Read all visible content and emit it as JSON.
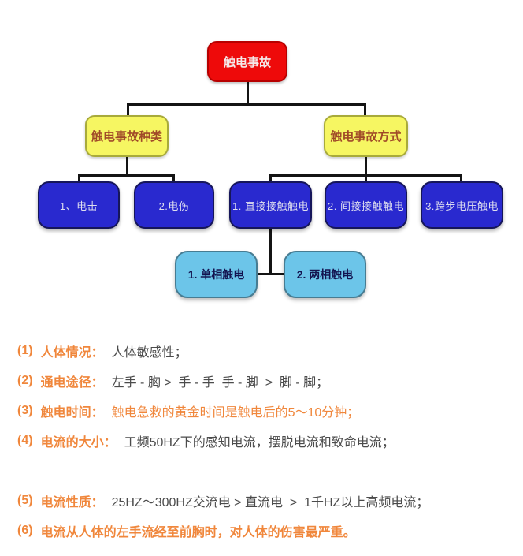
{
  "diagram": {
    "root": {
      "label": "触电事故"
    },
    "branches": [
      {
        "label": "触电事故种类"
      },
      {
        "label": "触电事故方式"
      }
    ],
    "level3": [
      {
        "label": "1、电击"
      },
      {
        "label": "2.电伤"
      },
      {
        "label": "1. 直接接触触电"
      },
      {
        "label": "2. 间接接触触电"
      },
      {
        "label": "3.跨步电压触电"
      }
    ],
    "level4": [
      {
        "label": "1. 单相触电"
      },
      {
        "label": "2. 两相触电"
      }
    ]
  },
  "notes": [
    {
      "num": "(1)",
      "label": "人体情况：",
      "content": "人体敏感性；"
    },
    {
      "num": "(2)",
      "label": "通电途径：",
      "content": "左手 - 胸 >  手 - 手  手 - 脚  >  脚 - 脚；"
    },
    {
      "num": "(3)",
      "label": "触电时间：",
      "content": "触电急救的黄金时间是触电后的5～10分钟；"
    },
    {
      "num": "(4)",
      "label": "电流的大小：",
      "content": "工频50HZ下的感知电流，摆脱电流和致命电流；"
    },
    {
      "num": "(5)",
      "label": "电流性质：",
      "content": "25HZ～300HZ交流电 > 直流电  >  1千HZ以上高频电流；"
    },
    {
      "num": "(6)",
      "label": "",
      "content": "电流从人体的左手流经至前胸时，对人体的伤害最严重。"
    }
  ],
  "colors": {
    "root_fill": "#ee0a0a",
    "branch_fill": "#f6f662",
    "level3_fill": "#2929cf",
    "level4_fill": "#6cc5e9",
    "accent_orange": "#f0873c",
    "body_text": "#4b4b4b",
    "connector": "#141414"
  }
}
